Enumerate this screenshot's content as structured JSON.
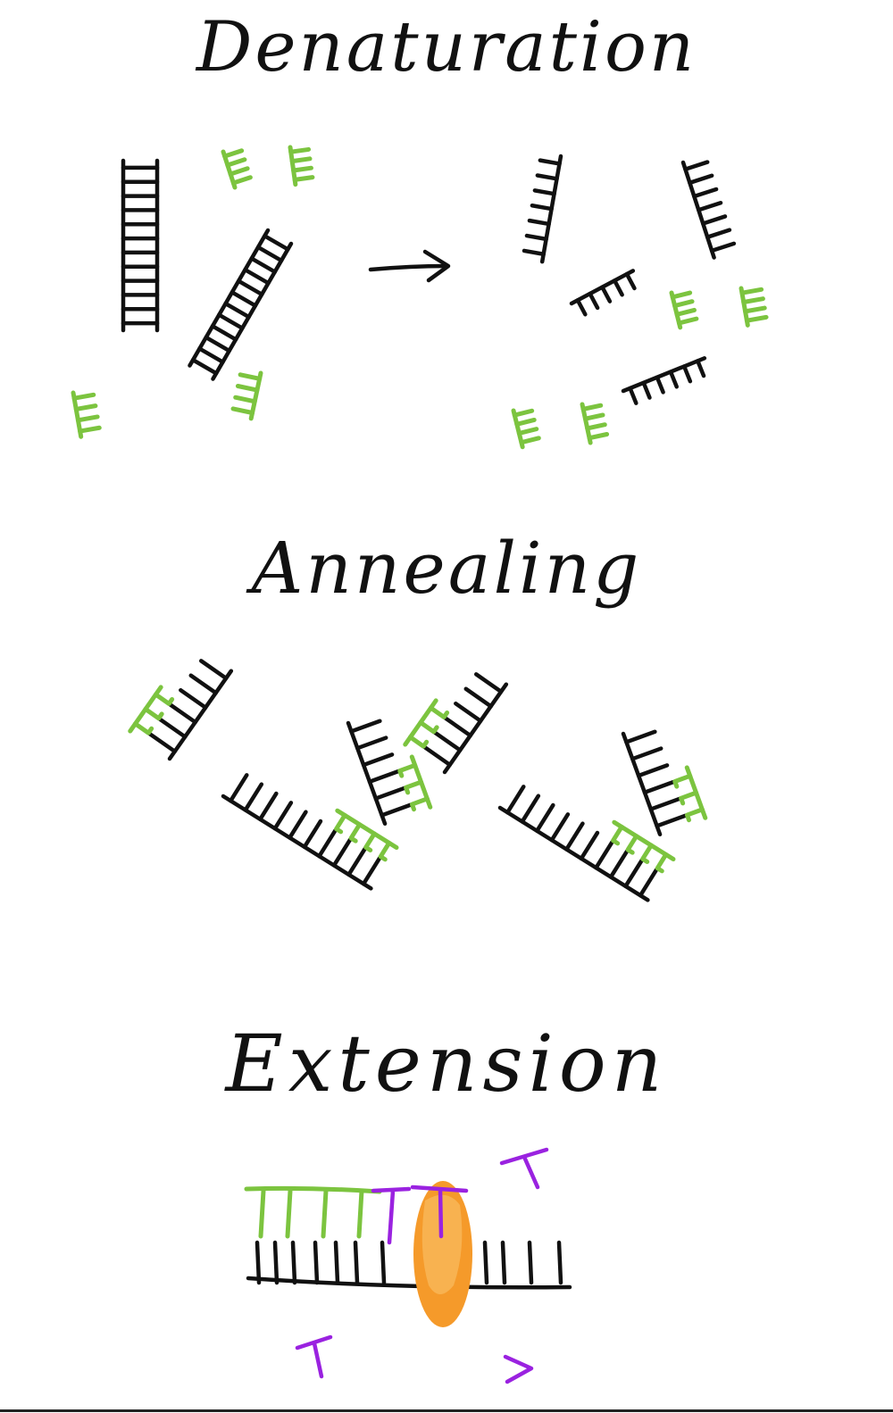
{
  "titles": {
    "denaturation": "Denaturation",
    "annealing": "Annealing",
    "extension": "Extension"
  },
  "colors": {
    "dna_strand": "#111111",
    "primer": "#7cc43f",
    "nucleotide": "#9a22e0",
    "polymerase": "#f59a2a",
    "polymerase_highlight": "#f9b85a"
  },
  "icons": {
    "process_arrow": "right-arrow-icon"
  }
}
